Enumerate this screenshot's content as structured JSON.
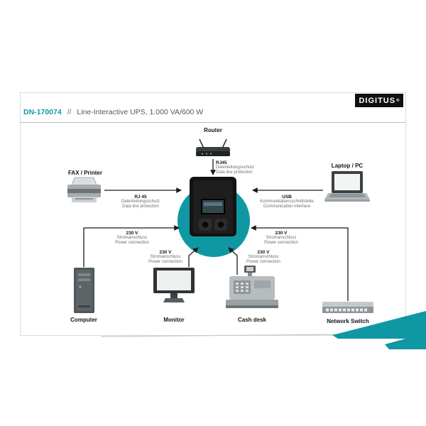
{
  "brand": {
    "logo_text": "DIGITUS",
    "registered": "®"
  },
  "header": {
    "product_code": "DN-170074",
    "separator": "//",
    "title": "Line-Interactive UPS, 1.000 VA/600 W"
  },
  "colors": {
    "accent_teal": "#0f98a3",
    "band_teal": "#0f98a3",
    "line_dark": "#1a1a1a"
  },
  "devices": {
    "router": {
      "label": "Router"
    },
    "fax_printer": {
      "label": "FAX / Printer"
    },
    "laptop": {
      "label": "Laptop / PC"
    },
    "computer": {
      "label": "Computer"
    },
    "monitor": {
      "label": "Monitor"
    },
    "cash_desk": {
      "label": "Cash desk"
    },
    "network_switch": {
      "label": "Network Switch"
    }
  },
  "connections": {
    "router_rj45": {
      "title": "RJ45",
      "line1": "Datenleitungsschutz",
      "line2": "Data line protection"
    },
    "printer_rj45": {
      "title": "RJ 45",
      "line1": "Datenleitungsschutz",
      "line2": "Data line protection"
    },
    "laptop_usb": {
      "title": "USB",
      "line1": "Kommunikationsschnittstelle",
      "line2": "Communication interface"
    },
    "computer_power": {
      "title": "230 V",
      "line1": "Stromanschluss",
      "line2": "Power connection"
    },
    "monitor_power": {
      "title": "230 V",
      "line1": "Stromanschluss",
      "line2": "Power connection"
    },
    "cashdesk_power": {
      "title": "230 V",
      "line1": "Stromanschluss",
      "line2": "Power connection"
    },
    "switch_power": {
      "title": "230 V",
      "line1": "Stromanschluss",
      "line2": "Power connection"
    }
  }
}
